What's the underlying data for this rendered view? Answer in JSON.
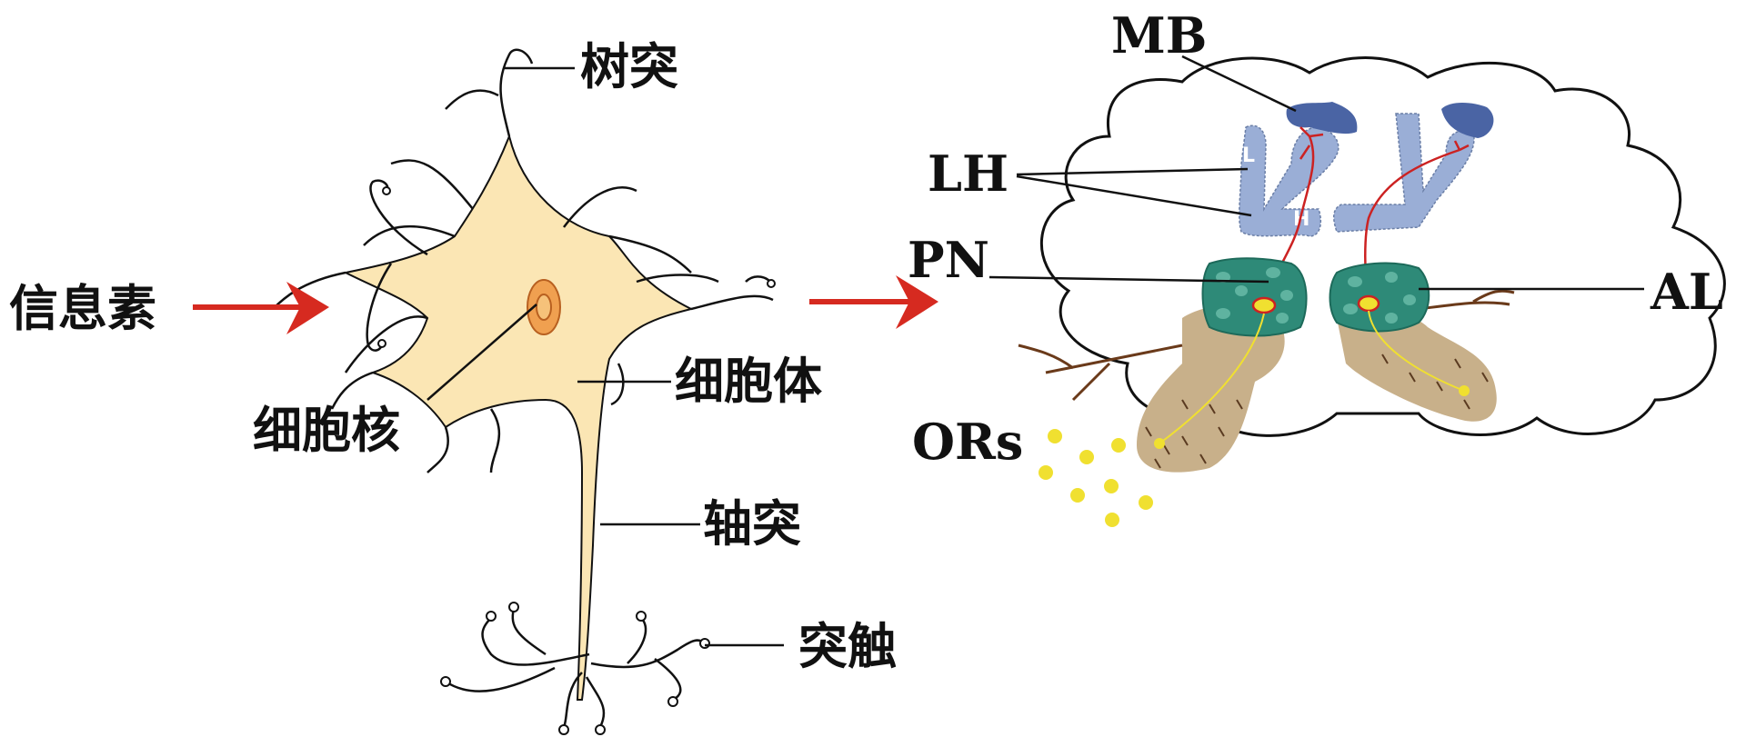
{
  "neuron": {
    "labels": {
      "dendrite": "树突",
      "pheromone": "信息素",
      "nucleus": "细胞核",
      "cell_body": "细胞体",
      "axon": "轴突",
      "synapse": "突触"
    }
  },
  "brain": {
    "labels": {
      "mb": "MB",
      "lh": "LH",
      "pn": "PN",
      "al": "AL",
      "ors": "ORs",
      "l_mark": "L",
      "h_mark": "H"
    }
  },
  "colors": {
    "arrow": "#d62a20",
    "soma": "#fbe6b4",
    "nucleus": "#f0a050",
    "mushroom_body": "#9aaed6",
    "calyx": "#4a64a4",
    "antennal_lobe": "#2e8a78",
    "antenna": "#c8b08a",
    "odorant": "#f0e030",
    "pn_axon": "#cc2222"
  }
}
